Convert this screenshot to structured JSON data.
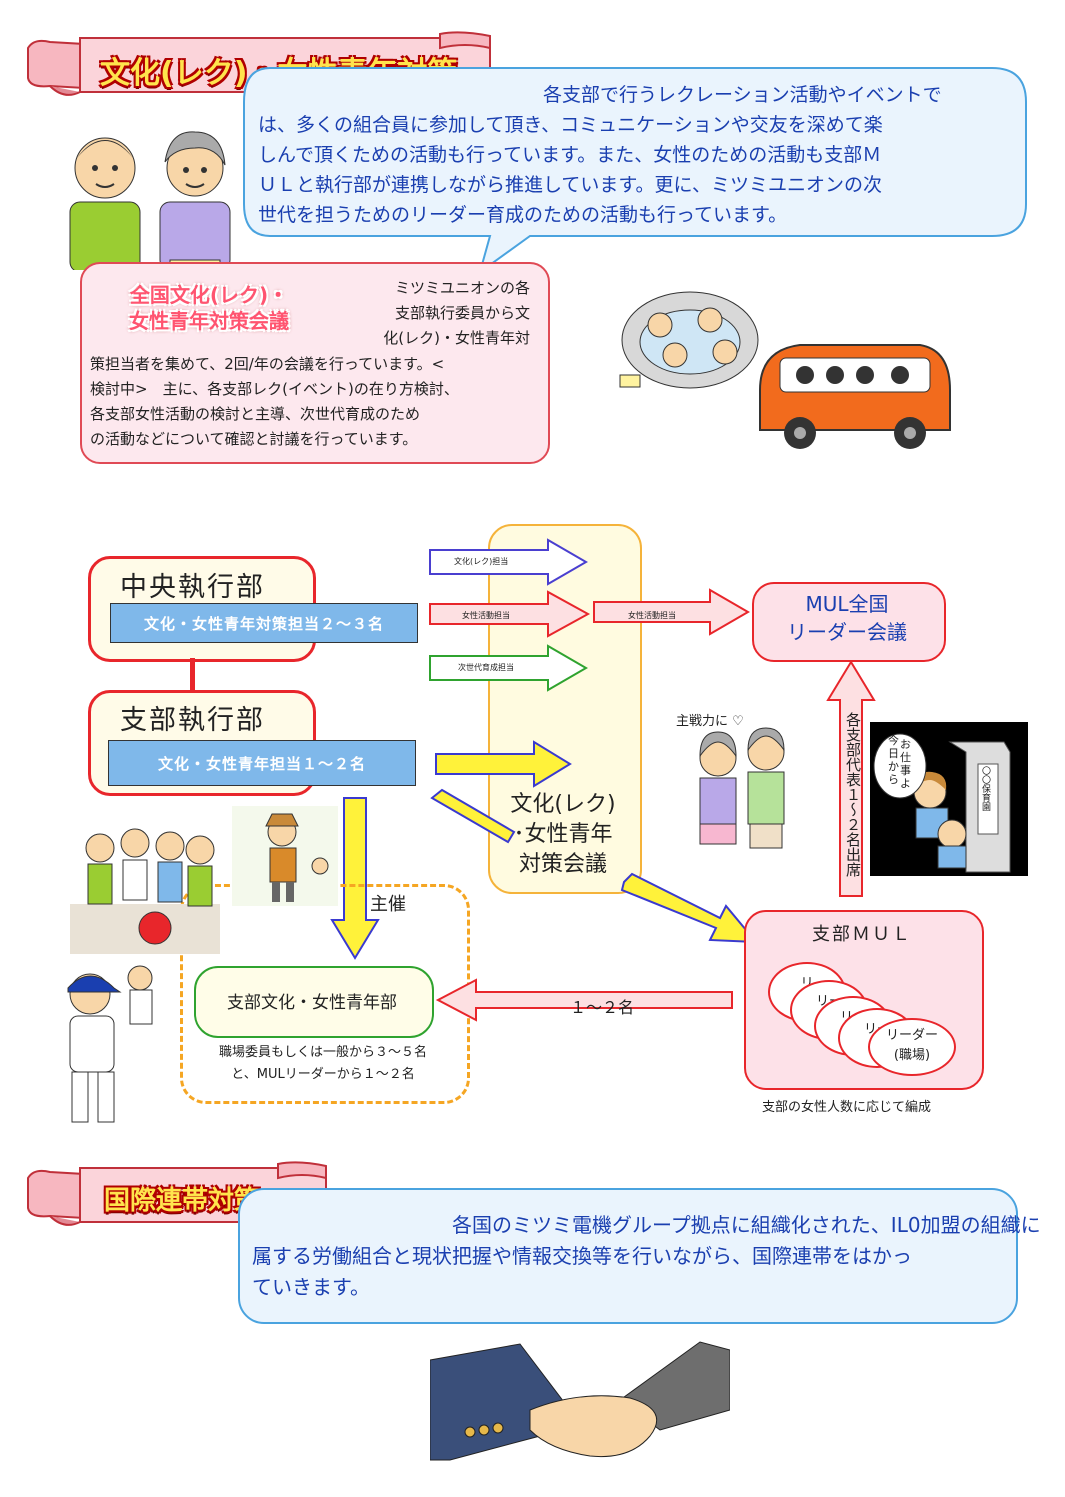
{
  "section1": {
    "banner": "文化(レク)・女性青年対策",
    "intro": [
      "　　　　　　　　　　　　　　　各支部で行うレクレーション活動やイベントで",
      "は、多くの組合員に参加して頂き、コミュニケーションや交友を深めて楽",
      "しんで頂くための活動も行っています。また、女性のための活動も支部Ｍ",
      "ＵＬと執行部が連携しながら推進しています。更に、ミツミユニオンの次",
      "世代を担うためのリーダー育成のための活動も行っています。"
    ],
    "meeting_title_1": "全国文化(レク)・",
    "meeting_title_2": "女性青年対策会議",
    "meeting_text_top": [
      "ミツミユニオンの各",
      "支部執行委員から文",
      "化(レク)・女性青年対"
    ],
    "meeting_text_bottom": [
      "策担当者を集めて、2回/年の会議を行っています。<",
      "検討中>　主に、各支部レク(イベント)の在り方検討、",
      "各支部女性活動の検討と主導、次世代育成のため",
      "の活動などについて確認と討議を行っています。"
    ]
  },
  "diagram": {
    "central_title": "中央執行部",
    "central_bar": "文化・女性青年対策担当２～３名",
    "branch_title": "支部執行部",
    "branch_bar": "文化・女性青年担当１～２名",
    "arrow1": "文化(レク)担当",
    "arrow2": "女性活動担当",
    "arrow2b": "女性活動担当",
    "arrow3": "次世代育成担当",
    "conference": [
      "文化(レク)",
      "･女性青年",
      "対策会議"
    ],
    "mul_national": [
      "MUL全国",
      "リーダー会議"
    ],
    "delegate": "各支部代表１～２名出席",
    "branch_mul": "支部ＭＵＬ",
    "leader_partial": [
      "リ",
      "リー",
      "リー",
      "リー"
    ],
    "leader_full": [
      "リーダー",
      "(職場)"
    ],
    "leader_note": "支部の女性人数に応じて編成",
    "host": "主催",
    "branch_dept": "支部文化・女性青年部",
    "dept_members": [
      "職場委員もしくは一般から３～５名",
      "と、MULリーダーから１～２名"
    ],
    "one_two": "１～２名",
    "caption_1": "主戦力に ♡",
    "caption_2": [
      "今",
      "日",
      "か",
      "ら"
    ],
    "caption_3": [
      "お",
      "仕",
      "事",
      "よ"
    ],
    "sign": "〇〇保育園"
  },
  "section2": {
    "banner": "国際連帯対策",
    "text": [
      "　　　　　　　　　　各国のミツミ電機グループ拠点に組織化された、IL0加盟の組織に",
      "属する労働組合と現状把握や情報交換等を行いながら、国際連帯をはかっ",
      "ていきます。"
    ]
  }
}
